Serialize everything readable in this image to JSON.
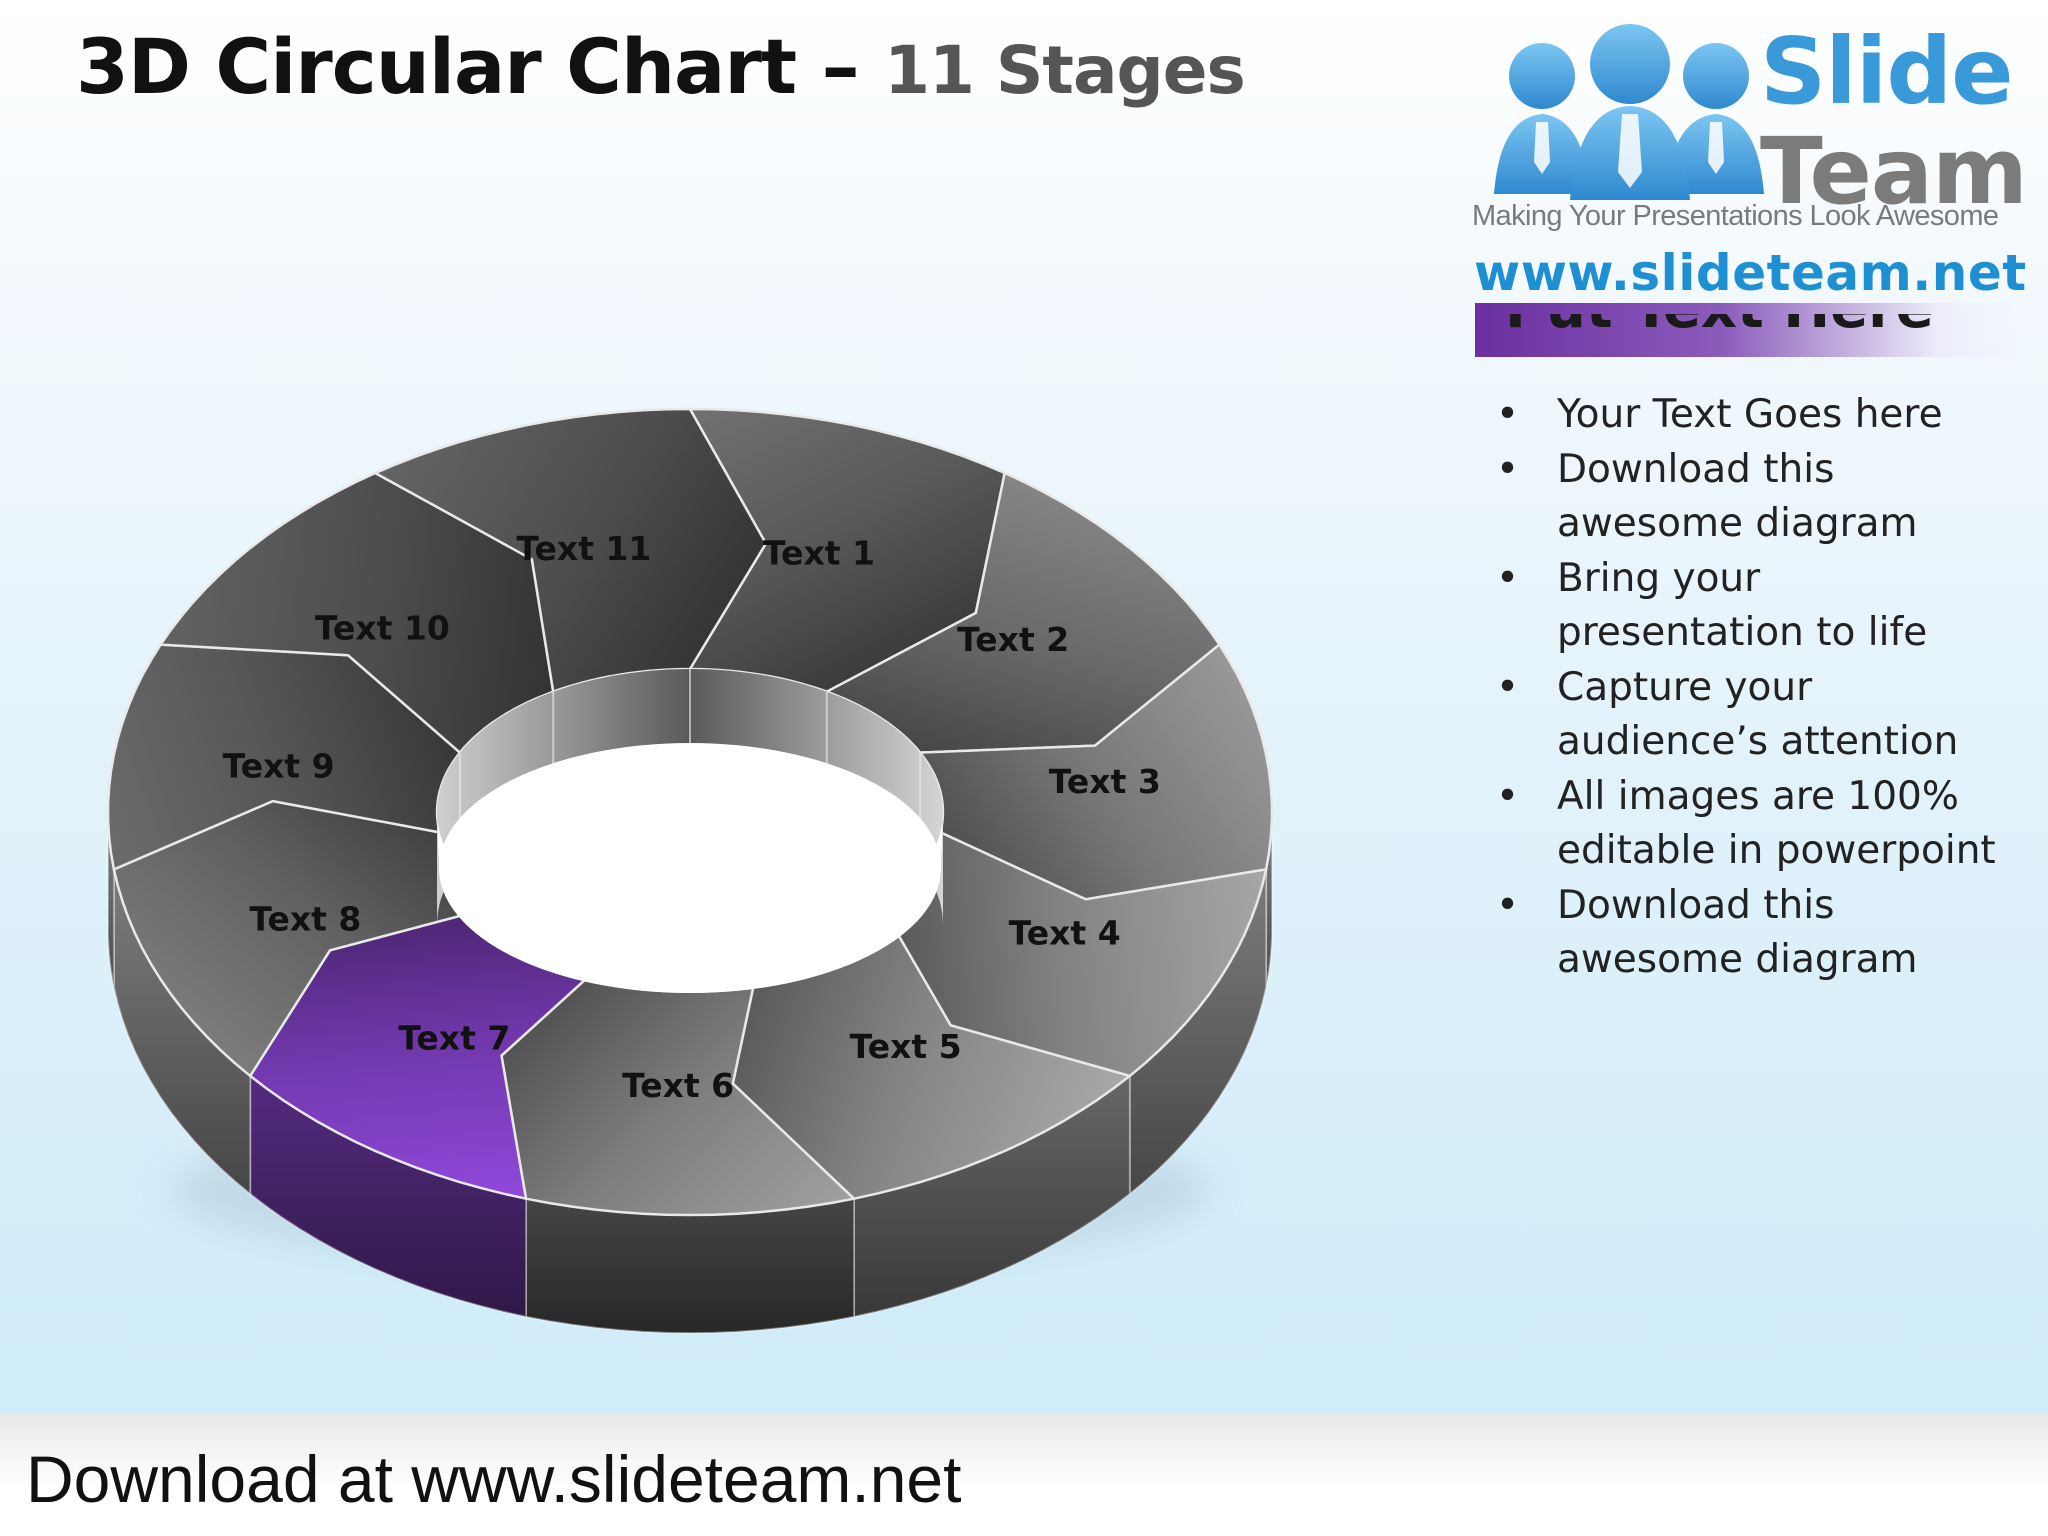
{
  "slide": {
    "title_main": "3D Circular Chart –",
    "title_sub": "11 Stages",
    "footer": "Download at www.slideteam.net"
  },
  "logo": {
    "word_slide": "Slide",
    "word_team": "Team",
    "tagline": "Making Your Presentations Look Awesome",
    "url": "www.slideteam.net"
  },
  "panel": {
    "heading": "Put Text Here",
    "bullets": [
      [
        "Your Text Goes here"
      ],
      [
        "Download this",
        "awesome diagram"
      ],
      [
        "Bring your",
        "presentation to life"
      ],
      [
        "Capture your",
        "audience’s attention"
      ],
      [
        "All images are 100%",
        "editable in powerpoint"
      ],
      [
        "Download this",
        "awesome diagram"
      ]
    ]
  },
  "diagram": {
    "stages": [
      "Text 1",
      "Text 2",
      "Text 3",
      "Text 4",
      "Text 5",
      "Text 6",
      "Text 7",
      "Text 8",
      "Text 9",
      "Text 10",
      "Text 11"
    ],
    "highlight_stage": "Text 7",
    "colors": {
      "highlight": "#7a3dba",
      "segment_base": "#8a8a8a",
      "heading_bar": "#6b2fa0",
      "logo_blue": "#3a9ad9"
    }
  }
}
